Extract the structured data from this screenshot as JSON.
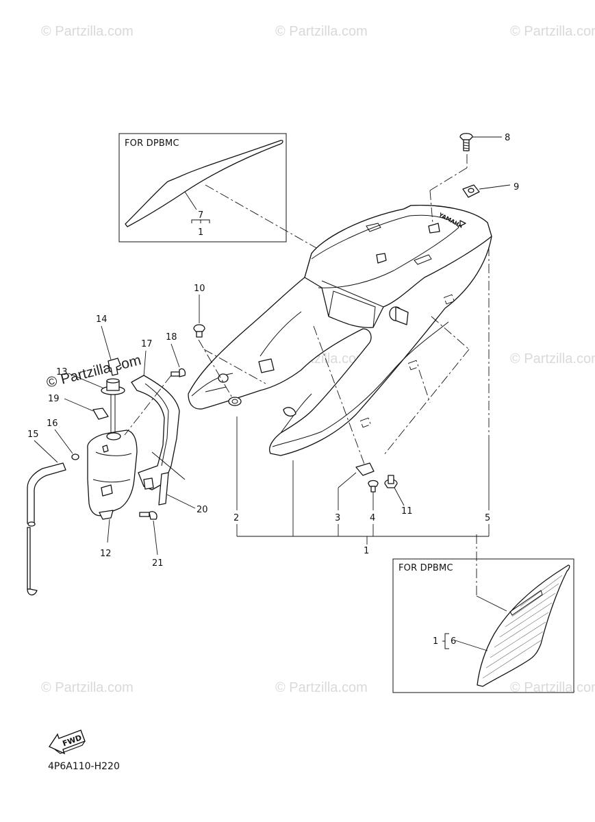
{
  "watermark": {
    "text": "© Partzilla.com"
  },
  "insets": {
    "seat_top": {
      "label": "FOR DPBMC"
    },
    "side_panel": {
      "label": "FOR DPBMC"
    }
  },
  "callouts": {
    "p1": "1",
    "p2": "2",
    "p3": "3",
    "p4": "4",
    "p5": "5",
    "p6": "6",
    "p7": "7",
    "p8": "8",
    "p9": "9",
    "p10": "10",
    "p11": "11",
    "p12": "12",
    "p13": "13",
    "p14": "14",
    "p15": "15",
    "p16": "16",
    "p17": "17",
    "p18": "18",
    "p19": "19",
    "p20": "20",
    "p21": "21",
    "inset_top_sub": "1",
    "inset_side_ref": "1"
  },
  "decal_text": {
    "seat_logo": "YAMAHA"
  },
  "fwd_arrow": {
    "label": "FWD"
  },
  "diagram_code": "4P6A110-H220"
}
